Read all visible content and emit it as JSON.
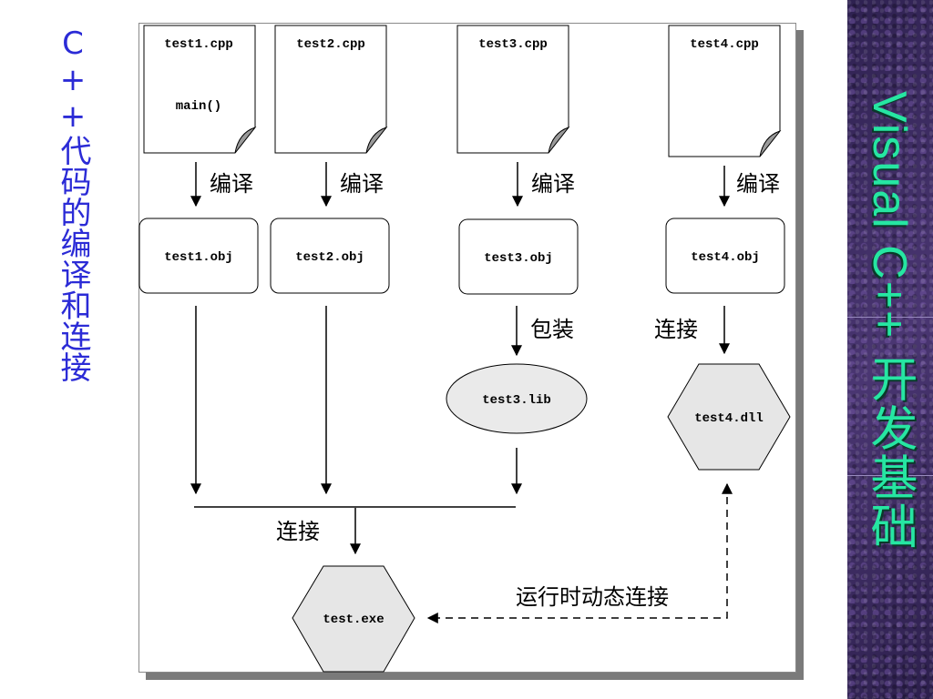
{
  "left_title": "C++代码的编译和连接",
  "sidebar_title": "Visual C++ 开发基础",
  "diagram": {
    "sources": [
      "test1.cpp",
      "test2.cpp",
      "test3.cpp",
      "test4.cpp"
    ],
    "main_text": "main()",
    "objects": [
      "test1.obj",
      "test2.obj",
      "test3.obj",
      "test4.obj"
    ],
    "compile_label": "编译",
    "package_label": "包装",
    "link_label": "连接",
    "lib": "test3.lib",
    "dll": "test4.dll",
    "exe": "test.exe",
    "runtime_link_label": "运行时动态连接"
  }
}
